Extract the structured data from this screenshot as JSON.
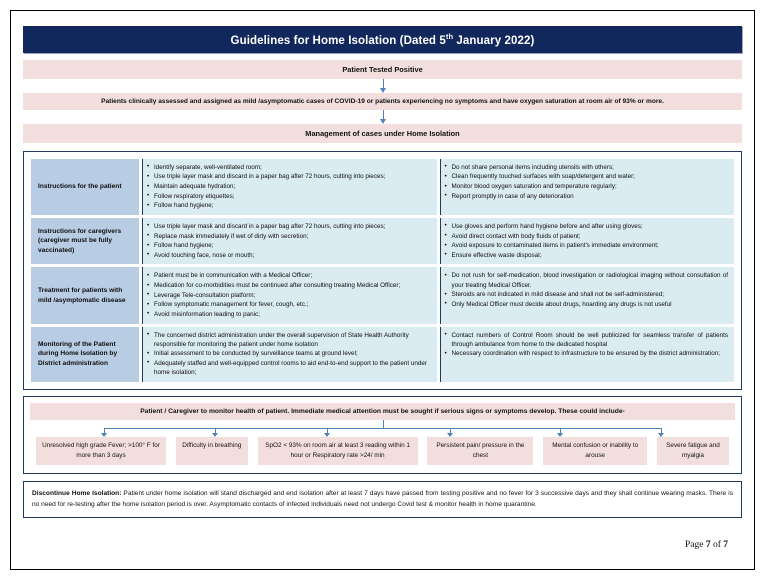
{
  "header": {
    "title_prefix": "Guidelines for Home Isolation (Dated 5",
    "title_sup": "th",
    "title_suffix": " January 2022)"
  },
  "flow": {
    "step1": "Patient Tested Positive",
    "step2": "Patients clinically assessed and assigned as mild /asymptomatic cases of COVID-19 or patients experiencing no symptoms and have oxygen saturation at room air of 93% or more.",
    "step3": "Management of cases under Home Isolation"
  },
  "matrix": {
    "rows": [
      {
        "label": "Instructions for the patient",
        "left": [
          "Identify separate, well-ventilated room;",
          "Use triple layer mask and discard in a paper bag after 72 hours, cutting into pieces;",
          "Maintain adequate hydration;",
          "Follow respiratory etiquettes;",
          "Follow hand hygiene;"
        ],
        "right": [
          "Do not share personal items including utensils with others;",
          "Clean frequently touched surfaces with soap/detergent and water;",
          "Monitor blood oxygen saturation and temperature regularly;",
          "Report promptly in case of any deterioration"
        ]
      },
      {
        "label": "Instructions for caregivers (caregiver must be fully vaccinated)",
        "left": [
          "Use triple layer mask and discard in a paper bag after 72 hours, cutting into pieces;",
          "Replace mask immediately if wet of dirty with secretion;",
          "Follow hand hygiene;",
          "Avoid touching face, nose or mouth;"
        ],
        "right": [
          "Use gloves and perform hand hygiene before and after using gloves;",
          "Avoid direct contact with body fluids of patient;",
          "Avoid exposure to contaminated items in patient's immediate environment;",
          "Ensure effective waste disposal;"
        ]
      },
      {
        "label": "Treatment for patients with mild /asymptomatic disease",
        "left": [
          "Patient must be in communication with a Medical Officer;",
          "Medication for co-morbidities must be continued after consulting treating Medical Officer;",
          "Leverage Tele-consultation platform;",
          "Follow symptomatic management for fever, cough, etc.;",
          "Avoid misinformation leading to panic;"
        ],
        "right": [
          "Do not rush for self-medication, blood investigation or radiological imaging without consultation of your treating Medical Officer.",
          "Steroids are not indicated in mild disease and shall not be self-administered;",
          "Only Medical Officer must decide about drugs, hoarding any drugs is not useful"
        ]
      },
      {
        "label": "Monitoring of the Patient during Home Isolation by District administration",
        "left": [
          "The concerned district administration under the overall supervision of State Health Authority responsible for monitoring the patient under home isolation",
          "Initial assessment to be conducted by surveillance teams at ground level;",
          "Adequately staffed and well-equipped control rooms to aid end-to-end support to the patient under home isolation;"
        ],
        "right": [
          "Contact numbers of Control Room should be well publicized for seamless transfer of patients through ambulance from home to the dedicated hospital",
          "Necessary coordination with respect to infrastructure to be ensured by the district administration;"
        ]
      }
    ]
  },
  "monitor": {
    "banner": "Patient / Caregiver to monitor health of patient. Immediate medical attention must be sought if serious signs or symptoms develop. These could include-",
    "symptoms": [
      "Unresolved high grade Fever; >100° F for more than 3 days",
      "Difficulty in breathing",
      "SpO2 < 93% on room air at least 3 reading within 1 hour or Respiratory rate >24/ min",
      "Persistent pain/ pressure in the chest",
      "Mental confusion or inability to arouse",
      "Severe fatigue and myalgia"
    ]
  },
  "discontinue": {
    "heading": "Discontinue Home Isolation:",
    "text": " Patient under home isolation will stand discharged and end isolation after at least 7 days have passed from testing positive and no fever for 3 successive days and they shall continue wearing masks. There is no need for re-testing after the home isolation period is over. Asymptomatic contacts of infected individuals need not undergo Covid test & monitor health in home quarantine."
  },
  "footer": {
    "page_prefix": "Page ",
    "page_current": "7",
    "page_mid": " of ",
    "page_total": "7"
  },
  "colors": {
    "title_bar": "#12285c",
    "pink": "#f2dfdd",
    "label_blue": "#b8cce4",
    "cell_cyan": "#daebf1",
    "border_navy": "#1f3864",
    "arrow_blue": "#4f81bd"
  }
}
